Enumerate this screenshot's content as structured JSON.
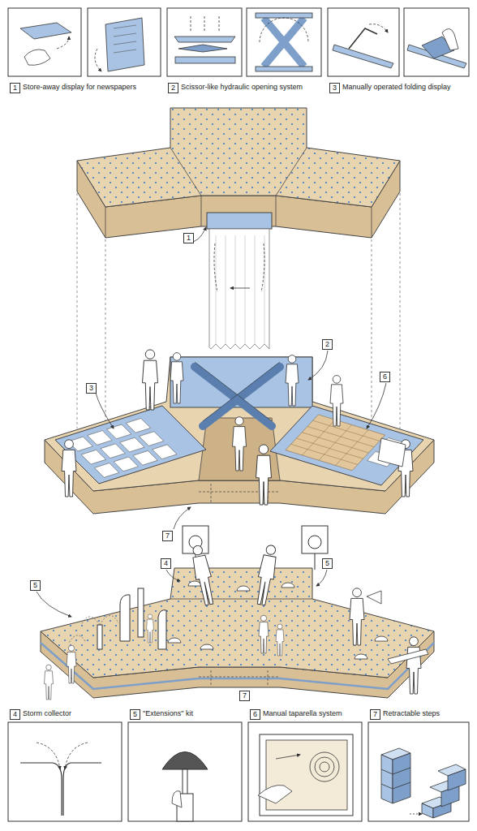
{
  "diagram": {
    "nodes": [
      {
        "text": [
          "1"
        ]
      },
      {
        "text": [
          "2"
        ]
      },
      {
        "text": [
          "3"
        ]
      },
      {
        "text": [
          "1"
        ]
      },
      {
        "text": [
          "2"
        ]
      },
      {
        "text": [
          "3"
        ]
      },
      {
        "text": [
          "6"
        ]
      },
      {
        "text": [
          "7"
        ]
      },
      {
        "text": [
          "4"
        ]
      },
      {
        "text": [
          "5"
        ]
      },
      {
        "text": [
          "5"
        ]
      },
      {
        "text": [
          "7"
        ]
      },
      {
        "text": [
          "4"
        ]
      },
      {
        "text": [
          "5"
        ]
      },
      {
        "text": [
          "6"
        ]
      },
      {
        "text": [
          "7"
        ]
      }
    ],
    "labels": [
      "Store-away display for newspapers",
      "Scissor-like hydraulic opening system",
      "Manually operated folding display",
      "Storm collector",
      "\"Extensions\" kit",
      "Manual taparella system",
      "Retractable steps"
    ]
  }
}
